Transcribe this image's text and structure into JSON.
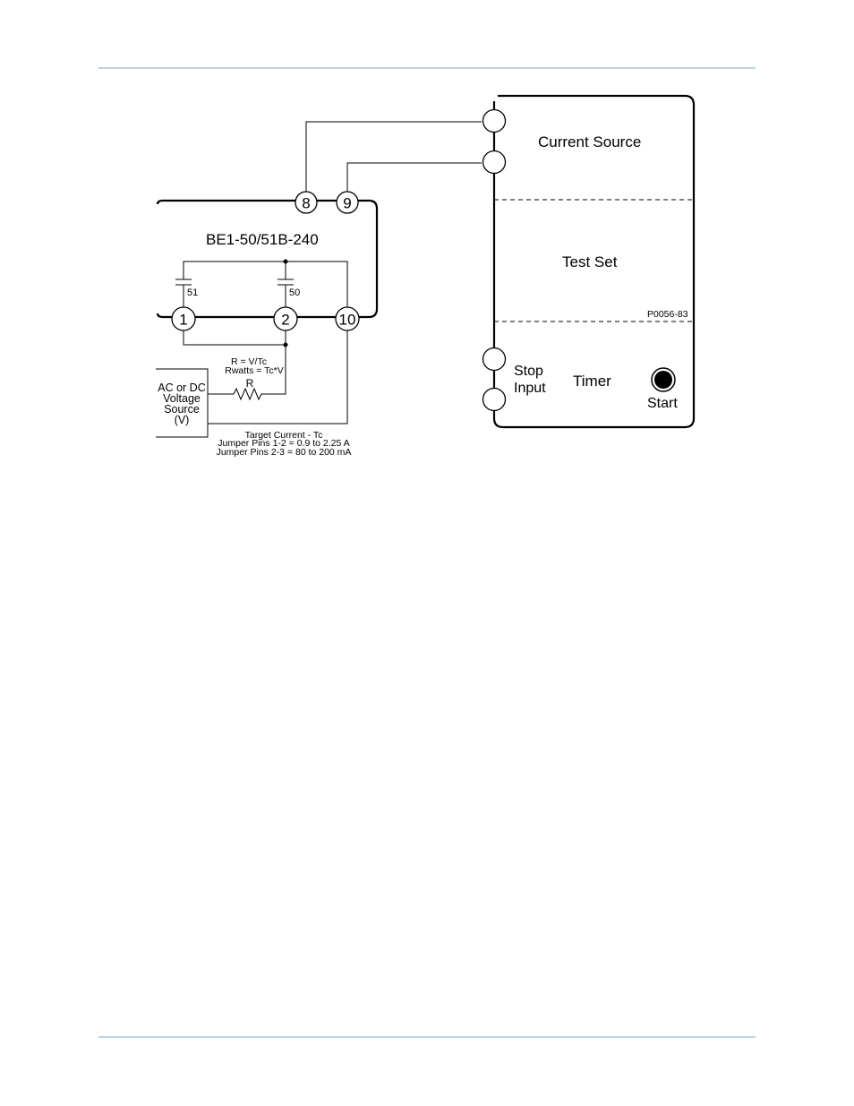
{
  "device": {
    "title": "BE1-50/51B-240",
    "pins": {
      "p8": "8",
      "p9": "9",
      "p1": "1",
      "p2": "2",
      "p10": "10"
    },
    "contact_51": "51",
    "contact_50": "50"
  },
  "test_set": {
    "current_source": "Current Source",
    "test_set_label": "Test Set",
    "figure_id": "P0056-83",
    "stop_line1": "Stop",
    "stop_line2": "Input",
    "timer": "Timer",
    "start": "Start"
  },
  "source": {
    "line1": "AC or DC",
    "line2": "Voltage",
    "line3": "Source",
    "line4": "(V)"
  },
  "resistor": {
    "eq1": "R = V/Tc",
    "eq2": "Rwatts = Tc*V",
    "label": "R"
  },
  "notes": {
    "line1": "Target Current - Tc",
    "line2": "Jumper Pins 1-2 = 0.9 to 2.25 A",
    "line3": "Jumper Pins 2-3 = 80 to 200 mA"
  },
  "colors": {
    "rule": "#a9c6df"
  }
}
